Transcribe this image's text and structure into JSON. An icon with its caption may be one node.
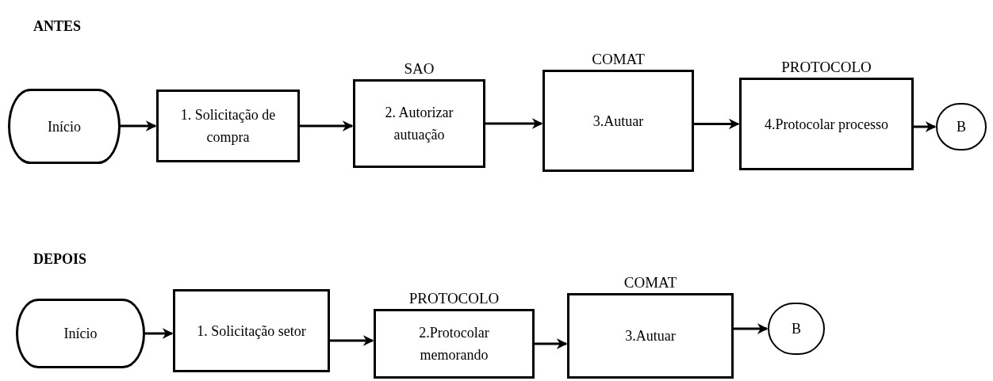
{
  "diagram": {
    "nodes": [
      {
        "text": [
          "Início"
        ]
      },
      {
        "text": [
          "1. Solicitação de compra"
        ]
      },
      {
        "text": [
          "SAO",
          "2. Autorizar autuação"
        ]
      },
      {
        "text": [
          "COMAT",
          "3.Autuar"
        ]
      },
      {
        "text": [
          "PROTOCOLO",
          "4.Protocolar processo"
        ]
      },
      {
        "text": [
          "B"
        ]
      },
      {
        "text": [
          "Início"
        ]
      },
      {
        "text": [
          "1. Solicitação setor"
        ]
      },
      {
        "text": [
          "PROTOCOLO",
          "2.Protocolar memorando"
        ]
      },
      {
        "text": [
          "COMAT",
          "3.Autuar"
        ]
      },
      {
        "text": [
          "B"
        ]
      }
    ],
    "edges": [
      {
        "from": 0,
        "to": 1,
        "arrow": "to"
      },
      {
        "from": 1,
        "to": 2,
        "arrow": "to"
      },
      {
        "from": 2,
        "to": 3,
        "arrow": "to"
      },
      {
        "from": 3,
        "to": 4,
        "arrow": "to"
      },
      {
        "from": 4,
        "to": 5,
        "arrow": "to"
      },
      {
        "from": 6,
        "to": 7,
        "arrow": "to"
      },
      {
        "from": 7,
        "to": 8,
        "arrow": "to"
      },
      {
        "from": 8,
        "to": 9,
        "arrow": "to"
      },
      {
        "from": 9,
        "to": 10,
        "arrow": "to"
      }
    ],
    "labels": [
      "ANTES",
      "DEPOIS"
    ]
  }
}
